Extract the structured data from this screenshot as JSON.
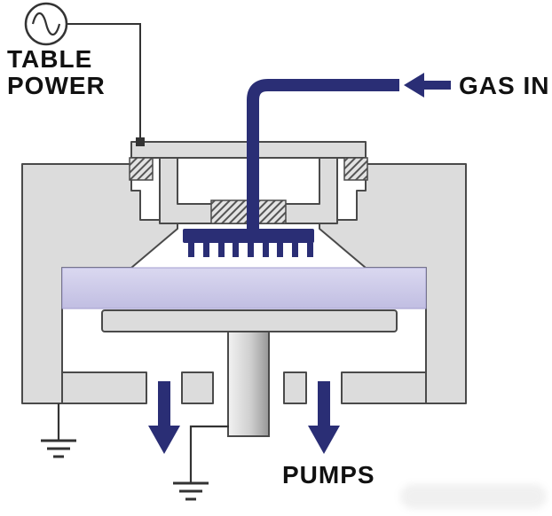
{
  "diagram": {
    "labels": {
      "table_power_line1": "TABLE",
      "table_power_line2": "POWER",
      "gas_in": "GAS IN",
      "pumps": "PUMPS"
    },
    "colors": {
      "accent_blue": "#2a2e75",
      "chamber_fill": "#dcdcdc",
      "chamber_outline": "#4a4a4a",
      "plasma_top": "#dad8f0",
      "plasma_bottom": "#c1bee2",
      "hatch_bg": "#e3e3e3",
      "hatch_line": "#555555",
      "wire": "#333333",
      "text": "#111111",
      "background": "#ffffff"
    }
  }
}
